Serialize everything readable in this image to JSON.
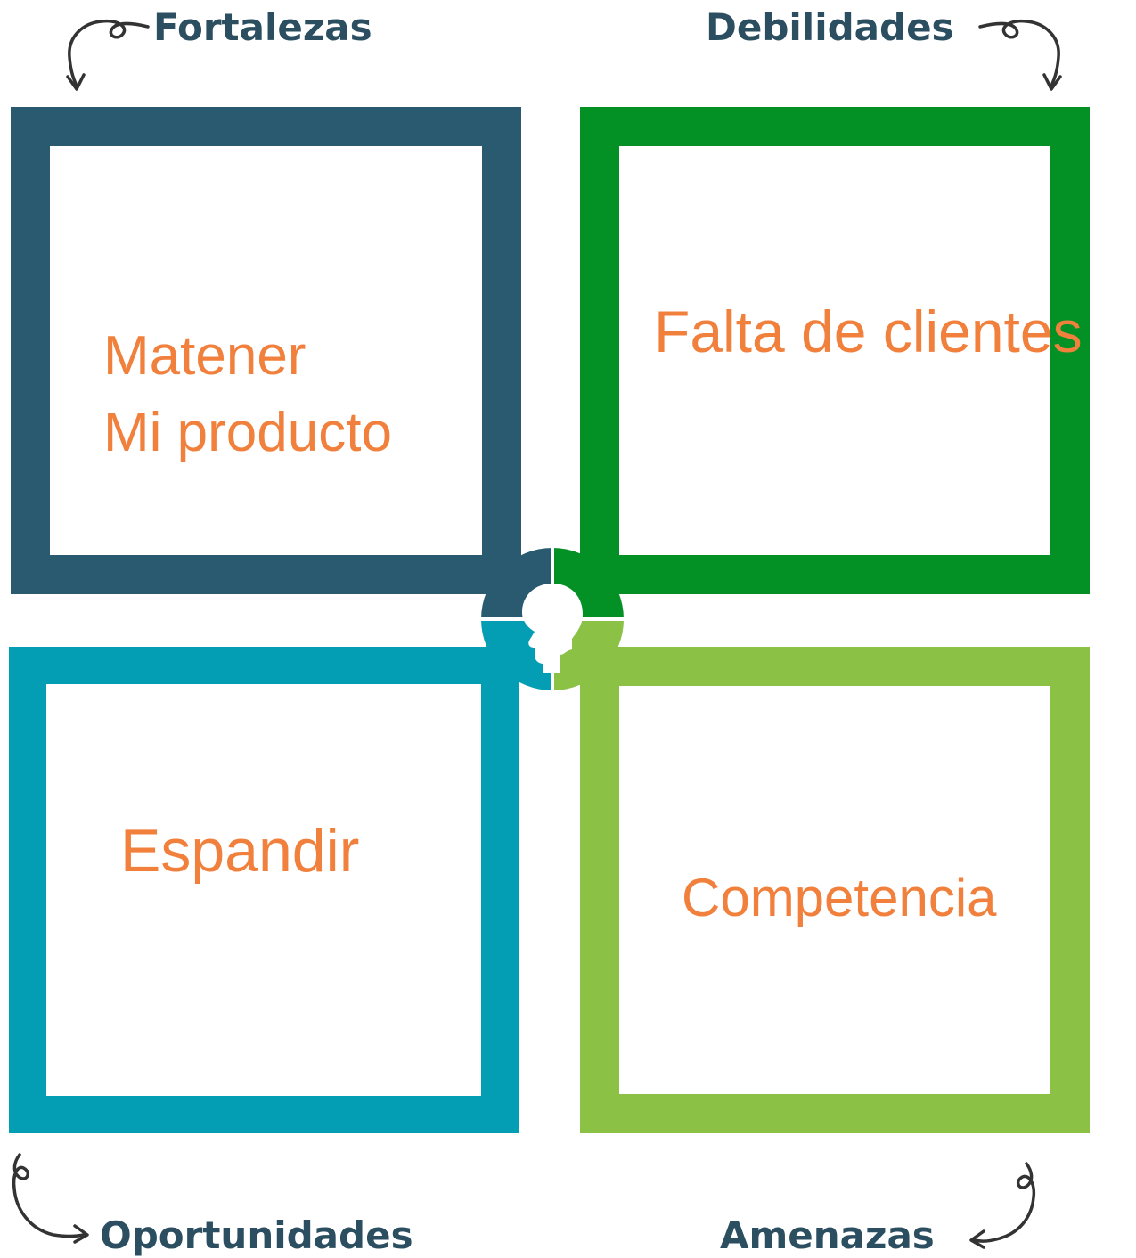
{
  "diagram": {
    "type": "swot-matrix",
    "quadrants": {
      "fortalezas": {
        "heading": "Fortalezas",
        "color": "#2a5a6f",
        "lines": [
          "Matener",
          "Mi producto"
        ]
      },
      "debilidades": {
        "heading": "Debilidades",
        "color": "#039126",
        "lines": [
          "Falta de clientes"
        ]
      },
      "oportunidades": {
        "heading": "Oportunidades",
        "color": "#039eb3",
        "lines": [
          "Espandir"
        ]
      },
      "amenazas": {
        "heading": "Amenazas",
        "color": "#8bc145",
        "lines": [
          "Competencia"
        ]
      }
    },
    "heading_color": "#2b4e61",
    "text_color": "#f0803c",
    "center_icon": "lightbulb-head-icon",
    "arrow_icon": "curly-arrow-icon"
  }
}
